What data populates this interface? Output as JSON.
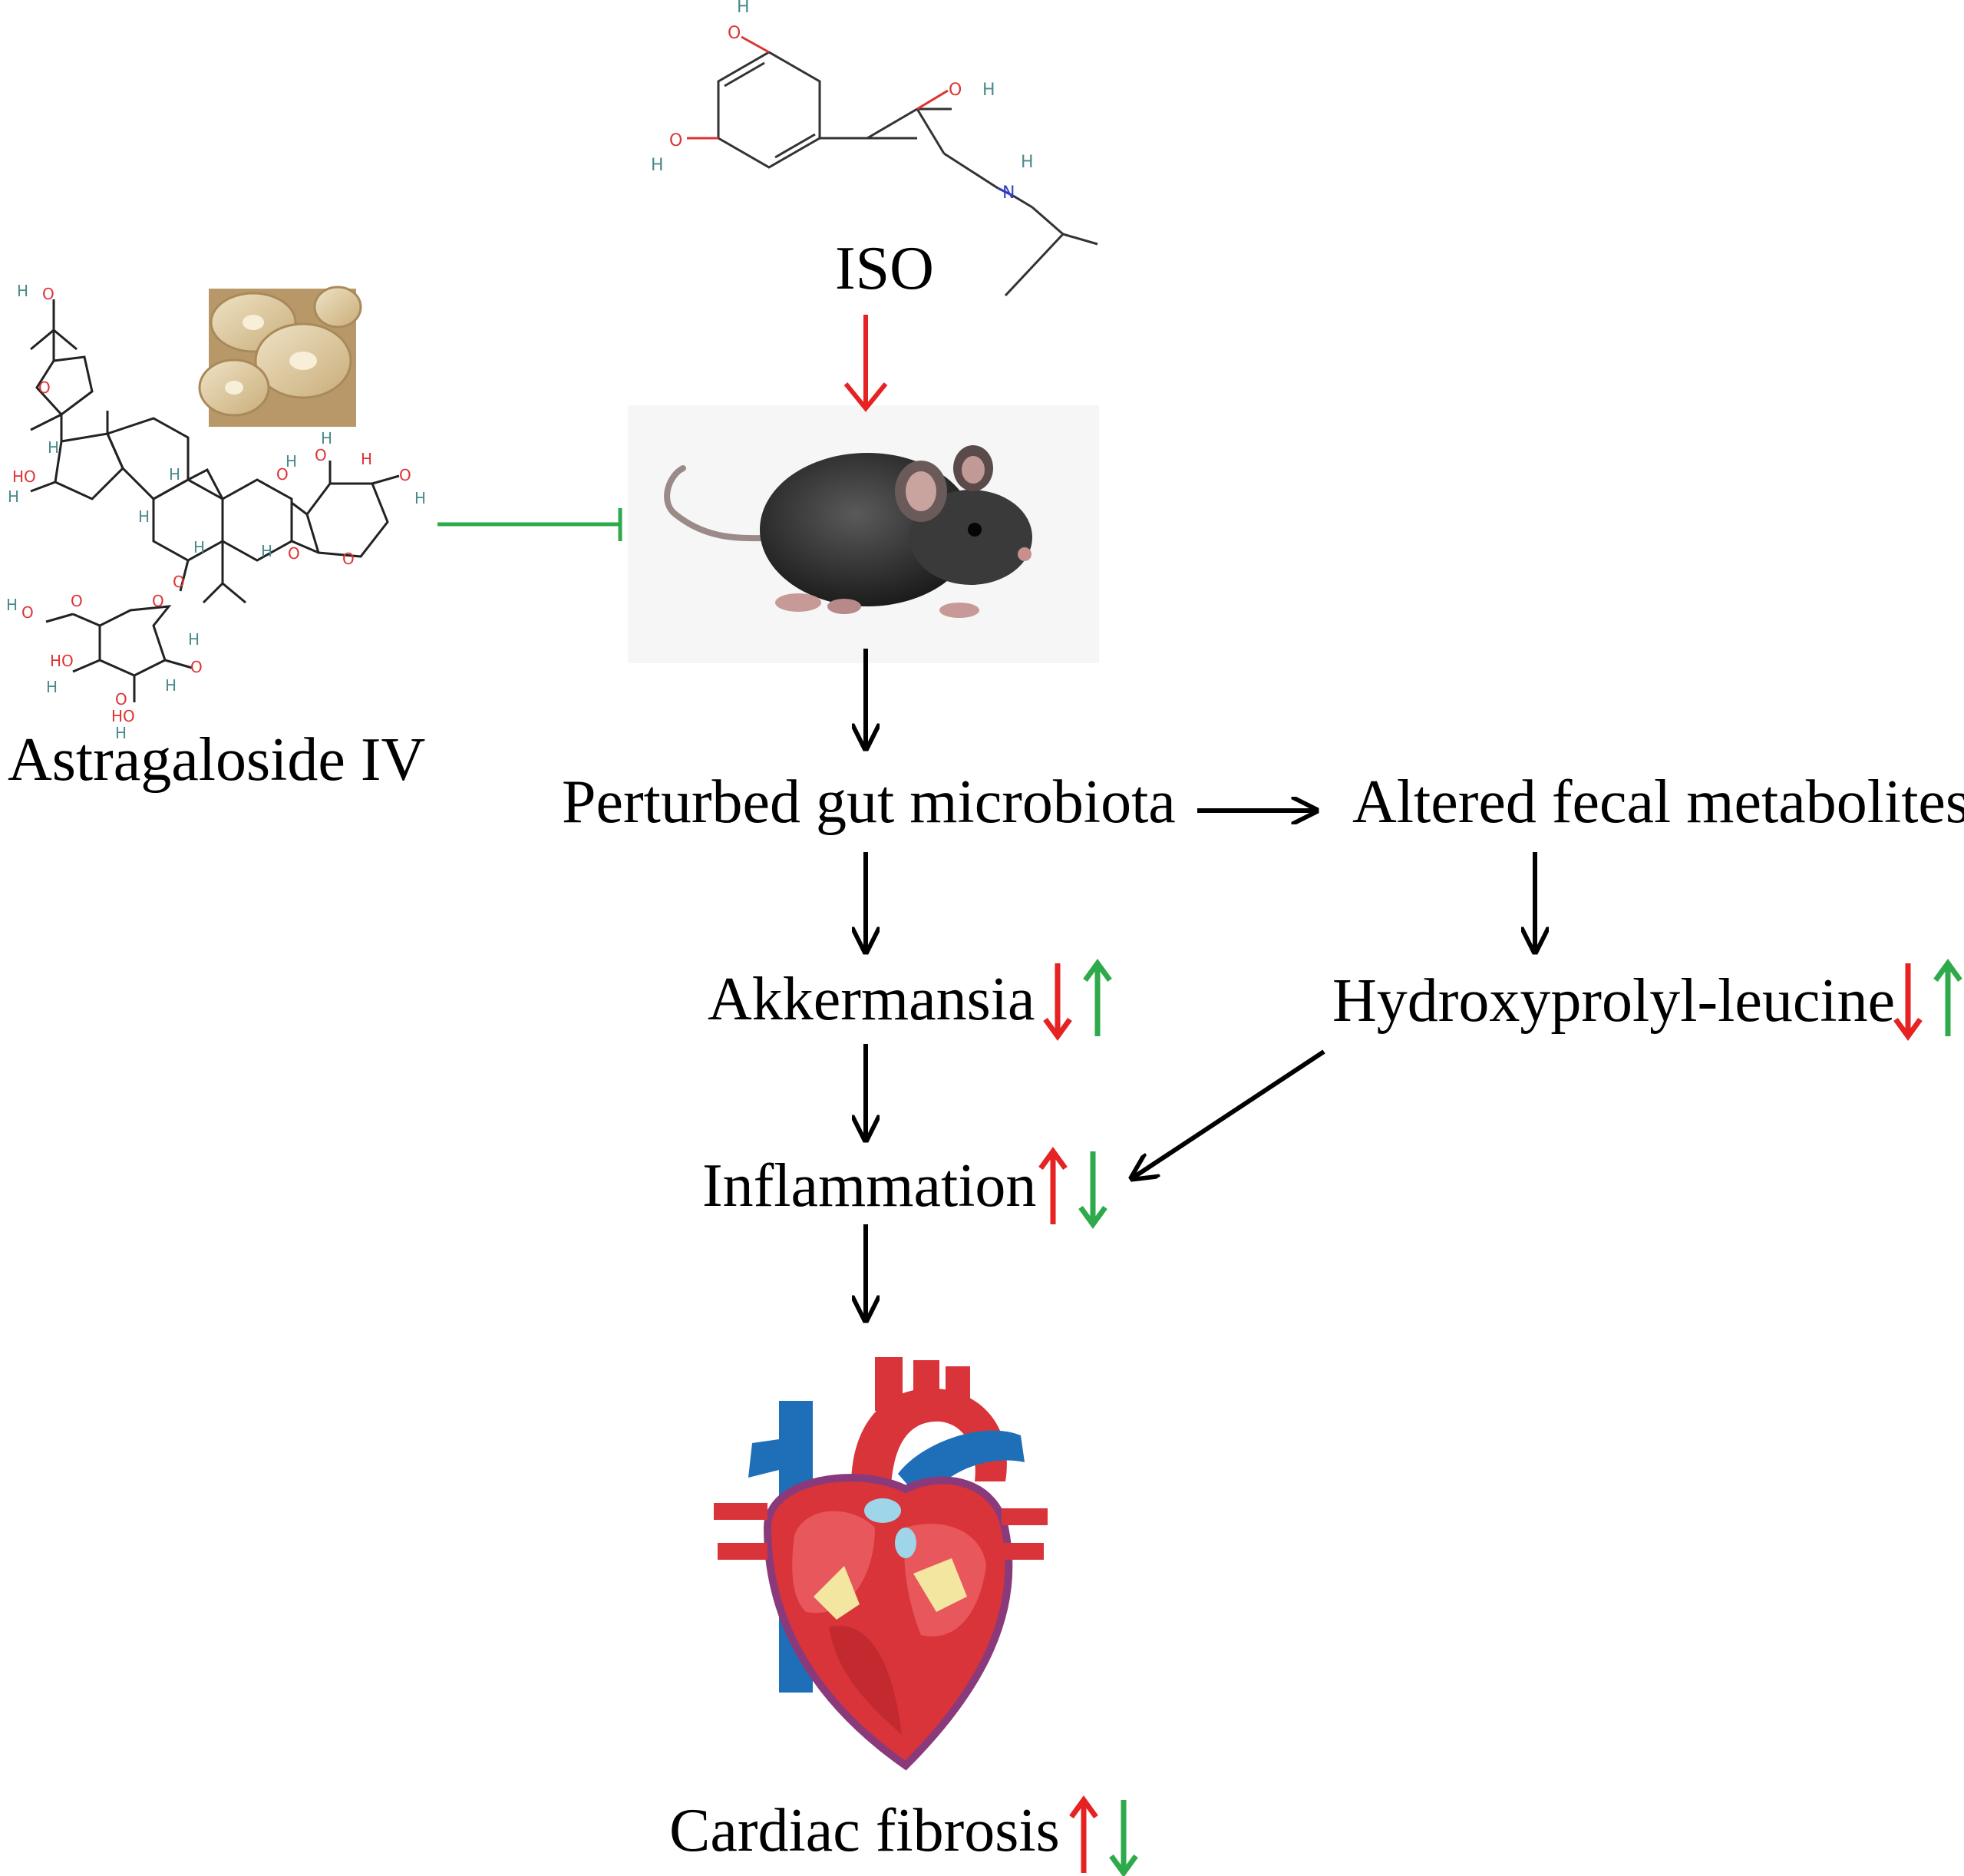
{
  "labels": {
    "iso": "ISO",
    "astragaloside": "Astragaloside IV",
    "perturbed_gut_microbiota": "Perturbed gut microbiota",
    "altered_fecal_metabolites": "Altered fecal metabolites",
    "akkermansia": "Akkermansia",
    "hydroxyprolyl_leucine": "Hydroxyprolyl-leucine",
    "inflammation": "Inflammation",
    "cardiac_fibrosis": "Cardiac fibrosis"
  },
  "iso_structure_atoms": [
    "O",
    "H",
    "O",
    "H",
    "O",
    "H",
    "N",
    "H"
  ],
  "astragaloside_structure_atoms": [
    "H",
    "O",
    "O",
    "H",
    "O",
    "H",
    "H",
    "H",
    "O",
    "H",
    "O",
    "O",
    "H",
    "O",
    "H",
    "O",
    "H",
    "O",
    "O",
    "O",
    "H",
    "O",
    "H",
    "O",
    "H",
    "O",
    "H",
    "O",
    "H",
    "O",
    "H",
    "O"
  ],
  "change_indicators": {
    "akkermansia": [
      "down",
      "up"
    ],
    "hydroxyprolyl_leucine": [
      "down",
      "up"
    ],
    "inflammation": [
      "up",
      "down"
    ],
    "cardiac_fibrosis": [
      "up",
      "down"
    ]
  },
  "colors": {
    "iso_model": "#e62222",
    "astragaloside_treatment": "#2eaa4a",
    "flow_arrow": "#000000",
    "mouse_body": "#2e2e2e",
    "heart_red": "#d8343a",
    "heart_blue": "#1f6fb8",
    "root_slice": "#d8c49a"
  },
  "images": {
    "mouse": "mouse-illustration",
    "heart": "heart-cross-section-illustration",
    "herb": "astragalus-root-slices-photo"
  }
}
